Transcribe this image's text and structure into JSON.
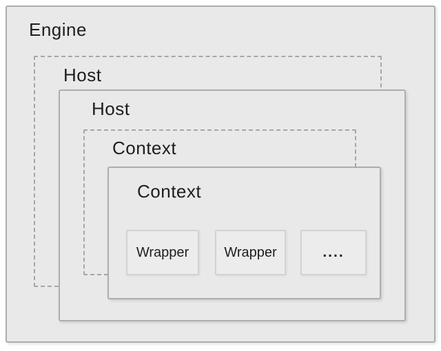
{
  "colors": {
    "page-bg": "#ffffff",
    "box-fill": "#e9e9e9",
    "solid-border": "#adadad",
    "dashed-border": "#a6a6a6",
    "wrapper-fill": "#ececec",
    "wrapper-border": "#d2d2d2",
    "text": "#1e1e1e"
  },
  "diagram": {
    "engine": {
      "label": "Engine",
      "border_style": "solid"
    },
    "host_outer": {
      "label": "Host",
      "border_style": "dashed"
    },
    "host_inner": {
      "label": "Host",
      "border_style": "solid"
    },
    "context_outer": {
      "label": "Context",
      "border_style": "dashed"
    },
    "context_inner": {
      "label": "Context",
      "border_style": "solid"
    },
    "wrappers": [
      {
        "label": "Wrapper"
      },
      {
        "label": "Wrapper"
      },
      {
        "label": "...."
      }
    ]
  }
}
